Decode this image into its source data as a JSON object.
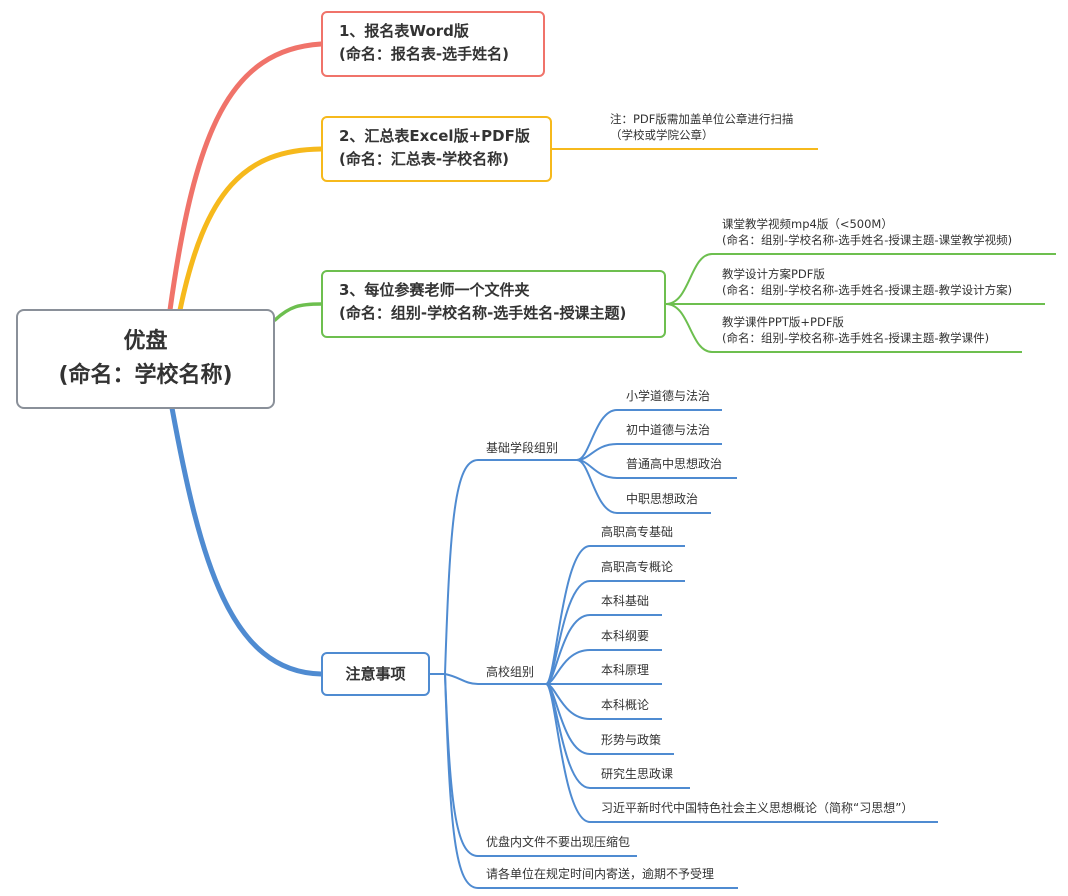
{
  "colors": {
    "red": "#f0736a",
    "orange": "#f6b91c",
    "green": "#6dbf4f",
    "blue": "#4f8bd1",
    "root_border": "#8a9099"
  },
  "root": {
    "line1": "优盘",
    "line2": "(命名：学校名称)"
  },
  "branch1": {
    "line1": "1、报名表Word版",
    "line2": "(命名：报名表-选手姓名)"
  },
  "branch2": {
    "line1": "2、汇总表Excel版+PDF版",
    "line2": "(命名：汇总表-学校名称)",
    "note": {
      "line1": "注：PDF版需加盖单位公章进行扫描",
      "line2": "（学校或学院公章）"
    }
  },
  "branch3": {
    "line1": "3、每位参赛老师一个文件夹",
    "line2": "(命名：组别-学校名称-选手姓名-授课主题)",
    "children": [
      {
        "line1": "课堂教学视频mp4版（<500M）",
        "line2": "(命名：组别-学校名称-选手姓名-授课主题-课堂教学视频)"
      },
      {
        "line1": "教学设计方案PDF版",
        "line2": "(命名：组别-学校名称-选手姓名-授课主题-教学设计方案)"
      },
      {
        "line1": "教学课件PPT版+PDF版",
        "line2": "(命名：组别-学校名称-选手姓名-授课主题-教学课件)"
      }
    ]
  },
  "branch4": {
    "label": "注意事项",
    "groups": [
      {
        "label": "基础学段组别",
        "items": [
          "小学道德与法治",
          "初中道德与法治",
          "普通高中思想政治",
          "中职思想政治"
        ]
      },
      {
        "label": "高校组别",
        "items": [
          "高职高专基础",
          "高职高专概论",
          "本科基础",
          "本科纲要",
          "本科原理",
          "本科概论",
          "形势与政策",
          "研究生思政课",
          "习近平新时代中国特色社会主义思想概论（简称“习思想”）"
        ]
      }
    ],
    "notes": [
      "优盘内文件不要出现压缩包",
      "请各单位在规定时间内寄送，逾期不予受理"
    ]
  }
}
